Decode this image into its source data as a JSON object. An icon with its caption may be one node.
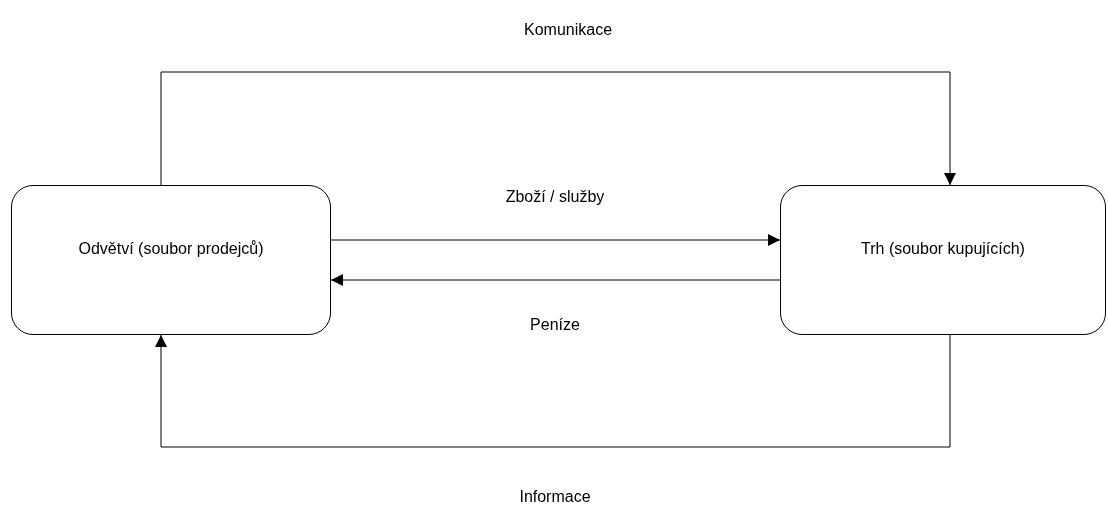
{
  "diagram": {
    "nodes": [
      {
        "text": [
          "Odvětví (soubor prodejců)"
        ]
      },
      {
        "text": [
          "Trh (soubor kupujících)"
        ]
      }
    ],
    "edges": [
      {
        "from": 0,
        "to": 1,
        "arrow": "to",
        "label": "Komunikace"
      },
      {
        "from": 0,
        "to": 1,
        "arrow": "to",
        "label": "Zboží / služby"
      },
      {
        "from": 1,
        "to": 0,
        "arrow": "to",
        "label": "Peníze"
      },
      {
        "from": 1,
        "to": 0,
        "arrow": "to",
        "label": "Informace"
      }
    ]
  }
}
